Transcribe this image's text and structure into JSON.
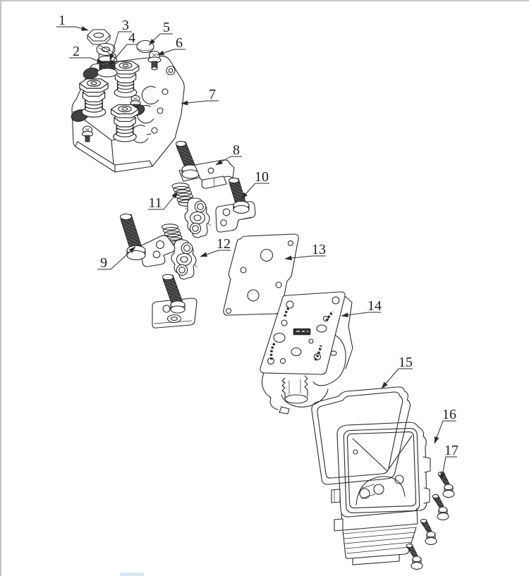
{
  "page": {
    "background": "#ffffff",
    "frame_top_color": "#c8c8c8",
    "frame_left_color": "#c4c4c4",
    "artifact_color": "#b9d2e8",
    "line_color": "#2a2a2a"
  },
  "diagram": {
    "type": "exploded-view-technical-drawing",
    "callouts": [
      {
        "number": "1"
      },
      {
        "number": "2"
      },
      {
        "number": "3"
      },
      {
        "number": "4"
      },
      {
        "number": "5"
      },
      {
        "number": "6"
      },
      {
        "number": "7"
      },
      {
        "number": "8"
      },
      {
        "number": "9"
      },
      {
        "number": "10"
      },
      {
        "number": "11"
      },
      {
        "number": "12"
      },
      {
        "number": "13"
      },
      {
        "number": "14"
      },
      {
        "number": "15"
      },
      {
        "number": "16"
      },
      {
        "number": "17"
      }
    ]
  }
}
